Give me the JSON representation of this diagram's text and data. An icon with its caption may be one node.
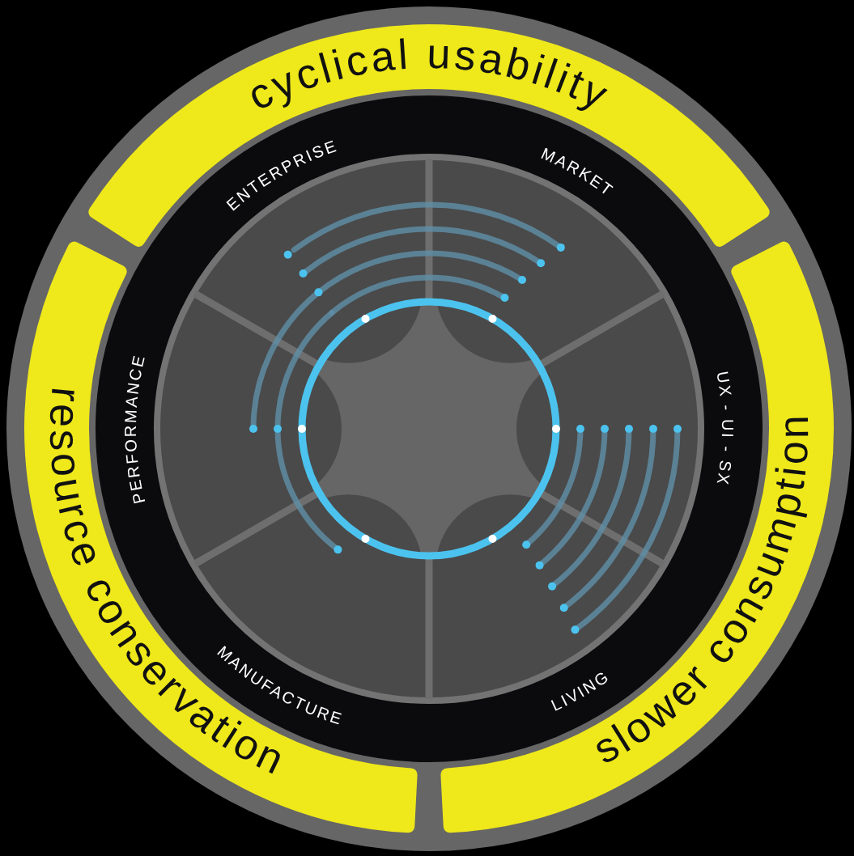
{
  "diagram": {
    "nodes": [
      {
        "text": [
          "cyclical usability"
        ]
      },
      {
        "text": [
          "slower consumption"
        ]
      },
      {
        "text": [
          "resource conservation"
        ]
      }
    ],
    "labels": [
      "ENTERPRISE",
      "MARKET",
      "PERFORMANCE",
      "UX - UI - SX",
      "MANUFACTURE",
      "LIVING"
    ]
  }
}
